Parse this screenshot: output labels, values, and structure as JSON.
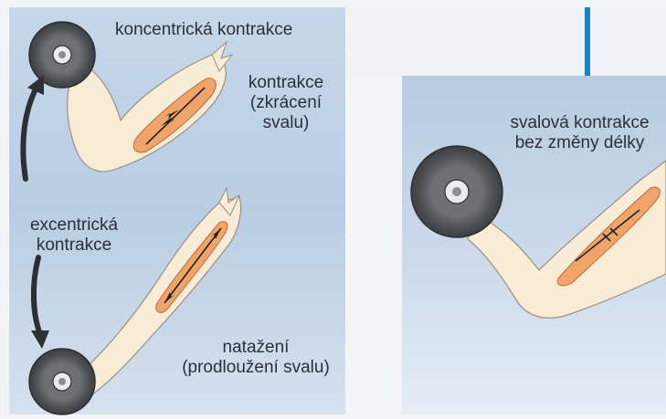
{
  "labels": {
    "concentric": "koncentrická kontrakce",
    "shortening": [
      "kontrakce",
      "(zkrácení",
      "svalu)"
    ],
    "eccentric": [
      "excentrická",
      "kontrakce"
    ],
    "stretching": [
      "natažení",
      "(prodloužení svalu)"
    ],
    "isometric": [
      "svalová kontrakce",
      "bez změny délky"
    ]
  },
  "colors": {
    "panel_bg": "#b9cde3",
    "accent_line": "#1f82c2",
    "muscle": "#f0a46a",
    "skin": "#f9ecd6",
    "weight": "#5c5f63"
  }
}
